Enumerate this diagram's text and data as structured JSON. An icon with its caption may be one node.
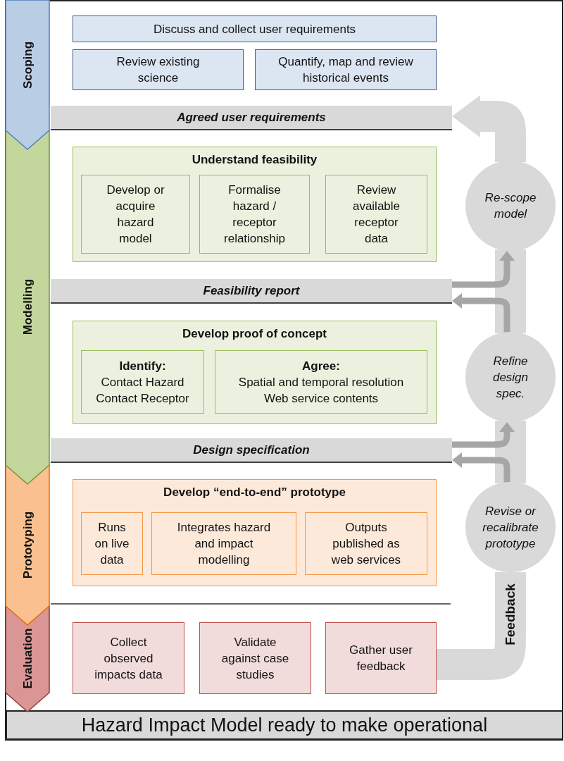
{
  "diagram": {
    "nodes": [
      {
        "text": [
          "Scoping"
        ]
      },
      {
        "text": [
          "Modelling"
        ]
      },
      {
        "text": [
          "Prototyping"
        ]
      },
      {
        "text": [
          "Evaluation"
        ]
      },
      {
        "text": [
          "Discuss and collect user requirements"
        ]
      },
      {
        "text": [
          "Review existing science"
        ]
      },
      {
        "text": [
          "Quantify, map and review historical events"
        ]
      },
      {
        "text": [
          "Agreed user requirements"
        ]
      },
      {
        "text": [
          "Understand feasibility"
        ]
      },
      {
        "text": [
          "Develop or acquire hazard model"
        ],
        "in": 8
      },
      {
        "text": [
          "Formalise hazard / receptor relationship"
        ],
        "in": 8
      },
      {
        "text": [
          "Review available receptor data"
        ],
        "in": 8
      },
      {
        "text": [
          "Feasibility report"
        ]
      },
      {
        "text": [
          "Develop proof of concept"
        ]
      },
      {
        "text": [
          "Identify:",
          "Contact Hazard Contact Receptor"
        ],
        "in": 13
      },
      {
        "text": [
          "Agree:",
          "Spatial and temporal resolution Web service contents"
        ],
        "in": 13
      },
      {
        "text": [
          "Design specification"
        ]
      },
      {
        "text": [
          "Develop “end-to-end” prototype"
        ]
      },
      {
        "text": [
          "Runs on live data"
        ],
        "in": 17
      },
      {
        "text": [
          "Integrates hazard and impact modelling"
        ],
        "in": 17
      },
      {
        "text": [
          "Outputs published as web services"
        ],
        "in": 17
      },
      {
        "text": [
          "Collect observed impacts data"
        ]
      },
      {
        "text": [
          "Validate against case studies"
        ]
      },
      {
        "text": [
          "Gather user feedback"
        ]
      },
      {
        "text": [
          "Hazard Impact Model ready to make operational"
        ]
      },
      {
        "text": [
          "Re-scope model"
        ]
      },
      {
        "text": [
          "Refine design spec."
        ]
      },
      {
        "text": [
          "Revise or recalibrate prototype"
        ]
      }
    ],
    "edges": [
      {
        "from": 12,
        "to": 25,
        "arrow": "to"
      },
      {
        "from": 26,
        "to": 12,
        "arrow": "to"
      },
      {
        "from": 16,
        "to": 26,
        "arrow": "to"
      },
      {
        "from": 27,
        "to": 16,
        "arrow": "to"
      },
      {
        "from": 23,
        "to": 27,
        "arrow": "none",
        "label": "Feedback",
        "style": "thick",
        "color": "#d9d9d9"
      },
      {
        "from": 27,
        "to": 26,
        "arrow": "none",
        "style": "thick",
        "color": "#d9d9d9"
      },
      {
        "from": 26,
        "to": 25,
        "arrow": "none",
        "style": "thick",
        "color": "#d9d9d9"
      },
      {
        "from": 25,
        "to": 7,
        "arrow": "to",
        "style": "thick",
        "color": "#d9d9d9"
      }
    ]
  }
}
